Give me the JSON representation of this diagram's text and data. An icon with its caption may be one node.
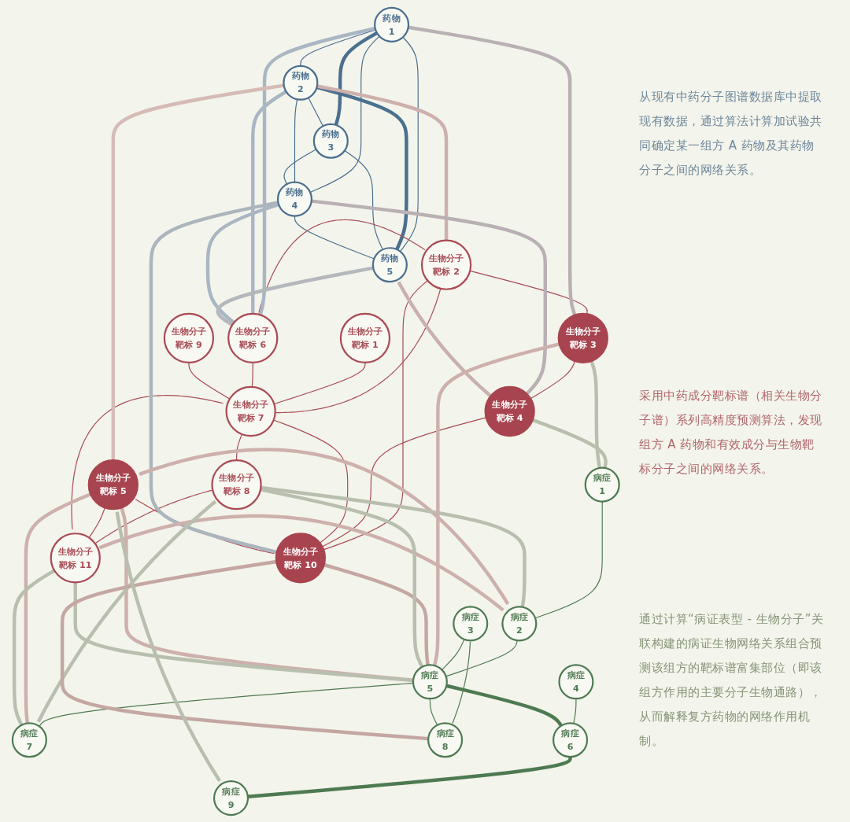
{
  "diagram": {
    "nodes": [
      {
        "text": [
          "药物 1"
        ]
      },
      {
        "text": [
          "药物 2"
        ]
      },
      {
        "text": [
          "药物 3"
        ]
      },
      {
        "text": [
          "药物 4"
        ]
      },
      {
        "text": [
          "药物 5"
        ]
      },
      {
        "text": [
          "生物分子靶标 1"
        ]
      },
      {
        "text": [
          "生物分子靶标 2"
        ]
      },
      {
        "text": [
          "生物分子靶标 3"
        ]
      },
      {
        "text": [
          "生物分子靶标 4"
        ]
      },
      {
        "text": [
          "生物分子靶标 5"
        ]
      },
      {
        "text": [
          "生物分子靶标 6"
        ]
      },
      {
        "text": [
          "生物分子靶标 7"
        ]
      },
      {
        "text": [
          "生物分子靶标 8"
        ]
      },
      {
        "text": [
          "生物分子靶标 9"
        ]
      },
      {
        "text": [
          "生物分子靶标 10"
        ]
      },
      {
        "text": [
          "生物分子靶标 11"
        ]
      },
      {
        "text": [
          "病症 1"
        ]
      },
      {
        "text": [
          "病症 2"
        ]
      },
      {
        "text": [
          "病症 3"
        ]
      },
      {
        "text": [
          "病症 4"
        ]
      },
      {
        "text": [
          "病症 5"
        ]
      },
      {
        "text": [
          "病症 6"
        ]
      },
      {
        "text": [
          "病症 7"
        ]
      },
      {
        "text": [
          "病症 8"
        ]
      },
      {
        "text": [
          "病症 9"
        ]
      }
    ],
    "edges": [
      {
        "from": 0,
        "to": 1,
        "arrow": "none",
        "color": "#4a6f8f"
      },
      {
        "from": 0,
        "to": 2,
        "arrow": "none",
        "style": "thick",
        "color": "#4a6f8f"
      },
      {
        "from": 0,
        "to": 3,
        "arrow": "none",
        "color": "#4a6f8f"
      },
      {
        "from": 0,
        "to": 4,
        "arrow": "none",
        "color": "#4a6f8f"
      },
      {
        "from": 1,
        "to": 2,
        "arrow": "none",
        "color": "#4a6f8f"
      },
      {
        "from": 1,
        "to": 3,
        "arrow": "none",
        "color": "#4a6f8f"
      },
      {
        "from": 1,
        "to": 4,
        "arrow": "none",
        "style": "thick",
        "color": "#4a6f8f"
      },
      {
        "from": 2,
        "to": 3,
        "arrow": "none",
        "color": "#4a6f8f"
      },
      {
        "from": 2,
        "to": 4,
        "arrow": "none",
        "color": "#4a6f8f"
      },
      {
        "from": 3,
        "to": 4,
        "arrow": "none",
        "color": "#4a6f8f"
      },
      {
        "from": 5,
        "to": 11,
        "arrow": "none",
        "color": "#a84b55"
      },
      {
        "from": 6,
        "to": 7,
        "arrow": "none",
        "color": "#a84b55"
      },
      {
        "from": 6,
        "to": 10,
        "arrow": "none",
        "color": "#a84b55"
      },
      {
        "from": 6,
        "to": 11,
        "arrow": "none",
        "color": "#a84b55"
      },
      {
        "from": 6,
        "to": 14,
        "arrow": "none",
        "color": "#a84b55"
      },
      {
        "from": 7,
        "to": 8,
        "arrow": "none",
        "color": "#a84b55"
      },
      {
        "from": 8,
        "to": 14,
        "arrow": "none",
        "color": "#a84b55"
      },
      {
        "from": 9,
        "to": 14,
        "arrow": "none",
        "color": "#a84b55"
      },
      {
        "from": 9,
        "to": 15,
        "arrow": "none",
        "color": "#a84b55"
      },
      {
        "from": 10,
        "to": 11,
        "arrow": "none",
        "color": "#a84b55"
      },
      {
        "from": 11,
        "to": 12,
        "arrow": "none",
        "color": "#a84b55"
      },
      {
        "from": 13,
        "to": 11,
        "arrow": "none",
        "color": "#a84b55"
      },
      {
        "from": 11,
        "to": 14,
        "arrow": "none",
        "color": "#a84b55"
      },
      {
        "from": 11,
        "to": 15,
        "arrow": "none",
        "color": "#a84b55"
      },
      {
        "from": 12,
        "to": 15,
        "arrow": "none",
        "color": "#a84b55"
      },
      {
        "from": 16,
        "to": 17,
        "arrow": "none",
        "color": "#4e7a52"
      },
      {
        "from": 17,
        "to": 20,
        "arrow": "none",
        "color": "#4e7a52"
      },
      {
        "from": 18,
        "to": 20,
        "arrow": "none",
        "color": "#4e7a52"
      },
      {
        "from": 18,
        "to": 23,
        "arrow": "none",
        "color": "#4e7a52"
      },
      {
        "from": 19,
        "to": 21,
        "arrow": "none",
        "color": "#4e7a52"
      },
      {
        "from": 20,
        "to": 21,
        "arrow": "none",
        "style": "thick",
        "color": "#4e7a52"
      },
      {
        "from": 20,
        "to": 22,
        "arrow": "none",
        "color": "#4e7a52"
      },
      {
        "from": 20,
        "to": 23,
        "arrow": "none",
        "color": "#4e7a52"
      },
      {
        "from": 21,
        "to": 24,
        "arrow": "none",
        "style": "thick",
        "color": "#4e7a52"
      },
      {
        "from": 0,
        "to": 10,
        "arrow": "none",
        "style": "thick",
        "color": "#a9b6c3"
      },
      {
        "from": 1,
        "to": 10,
        "arrow": "none",
        "style": "thick",
        "color": "#a9b6c3"
      },
      {
        "from": 1,
        "to": 6,
        "arrow": "none",
        "style": "thick",
        "color": "#cdb0ac"
      },
      {
        "from": 0,
        "to": 7,
        "arrow": "none",
        "style": "thick",
        "color": "#b9b0b4"
      },
      {
        "from": 1,
        "to": 9,
        "arrow": "none",
        "style": "thick",
        "color": "#d5bbb6"
      },
      {
        "from": 3,
        "to": 10,
        "arrow": "none",
        "style": "thick",
        "color": "#a9b6c3"
      },
      {
        "from": 3,
        "to": 8,
        "arrow": "none",
        "style": "thick",
        "color": "#b9b0b4"
      },
      {
        "from": 3,
        "to": 14,
        "arrow": "none",
        "style": "thick",
        "color": "#acb5bd"
      },
      {
        "from": 4,
        "to": 8,
        "arrow": "none",
        "style": "thick",
        "color": "#c9b0ad"
      },
      {
        "from": 4,
        "to": 10,
        "arrow": "none",
        "style": "thick",
        "color": "#b4b8bc"
      },
      {
        "from": 8,
        "to": 16,
        "arrow": "none",
        "style": "thick",
        "color": "#b9bfae"
      },
      {
        "from": 7,
        "to": 16,
        "arrow": "none",
        "style": "thick",
        "color": "#b9bfae"
      },
      {
        "from": 9,
        "to": 17,
        "arrow": "none",
        "style": "thick",
        "color": "#cdb0ac"
      },
      {
        "from": 12,
        "to": 17,
        "arrow": "none",
        "style": "thick",
        "color": "#b9bfae"
      },
      {
        "from": 15,
        "to": 17,
        "arrow": "none",
        "style": "thick",
        "color": "#cdb0ac"
      },
      {
        "from": 7,
        "to": 20,
        "arrow": "none",
        "style": "thick",
        "color": "#cdb0ac"
      },
      {
        "from": 14,
        "to": 20,
        "arrow": "none",
        "style": "thick",
        "color": "#c4a7a2"
      },
      {
        "from": 12,
        "to": 20,
        "arrow": "none",
        "style": "thick",
        "color": "#b9bfae"
      },
      {
        "from": 9,
        "to": 20,
        "arrow": "none",
        "style": "thick",
        "color": "#cdb0ac"
      },
      {
        "from": 15,
        "to": 20,
        "arrow": "none",
        "style": "thick",
        "color": "#b9bfae"
      },
      {
        "from": 12,
        "to": 22,
        "arrow": "none",
        "style": "thick",
        "color": "#b9bfae"
      },
      {
        "from": 9,
        "to": 22,
        "arrow": "none",
        "style": "thick",
        "color": "#cdb0ac"
      },
      {
        "from": 15,
        "to": 22,
        "arrow": "none",
        "style": "thick",
        "color": "#b9bfae"
      },
      {
        "from": 14,
        "to": 23,
        "arrow": "none",
        "style": "thick",
        "color": "#c4a7a2"
      },
      {
        "from": 9,
        "to": 24,
        "arrow": "none",
        "style": "thick",
        "color": "#b9bfae"
      }
    ],
    "labels": [
      "从现有中药分子图谱数据库中提取现有数据，通过算法计算加试验共同确定某一组方 A 药物及其药物分子之间的网络关系。",
      "采用中药成分靶标谱（相关生物分子谱）系列高精度预测算法，发现组方 A 药物和有效成分与生物靶标分子之间的网络关系。",
      "通过计算“病证表型 - 生物分子”关联构建的病证生物网络关系组合预测该组方的靶标谱富集部位（即该组方作用的主要分子生物通路），从而解释复方药物的网络作用机制。"
    ]
  }
}
